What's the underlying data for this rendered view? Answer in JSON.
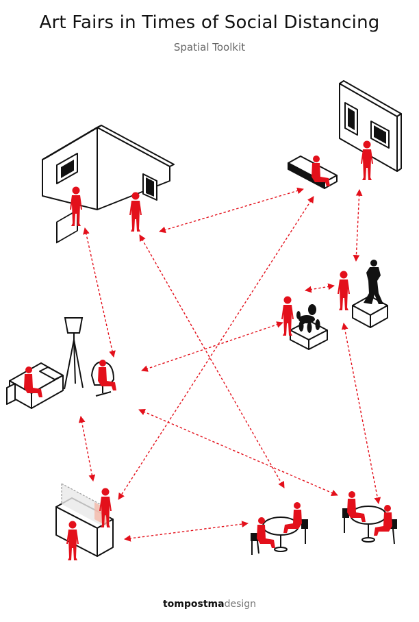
{
  "header": {
    "title": "Art Fairs in Times of Social Distancing",
    "subtitle": "Spatial Toolkit"
  },
  "footer": {
    "brand_bold": "tompostma",
    "brand_light": "design"
  },
  "colors": {
    "accent": "#e3101b",
    "ink": "#111111"
  }
}
